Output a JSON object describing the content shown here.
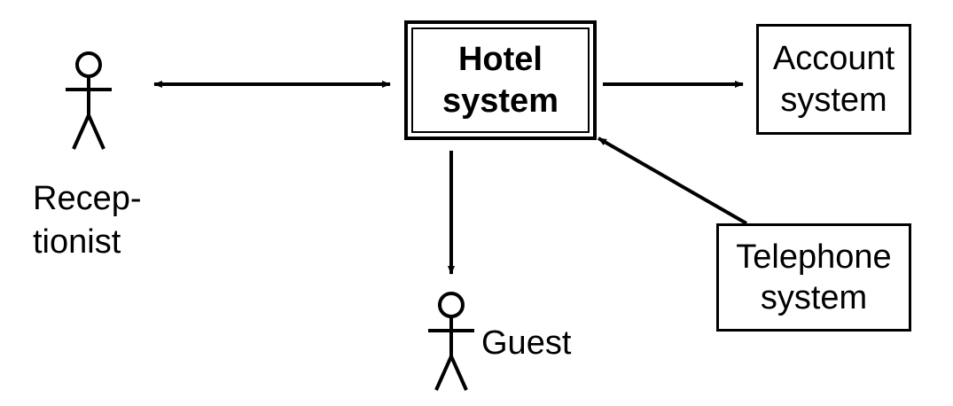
{
  "nodes": {
    "hotel_system": "Hotel\nsystem",
    "account_system": "Account\nsystem",
    "telephone_system": "Telephone\nsystem"
  },
  "actors": {
    "receptionist": "Recep-\ntionist",
    "guest": "Guest"
  },
  "edges": [
    {
      "from": "receptionist",
      "to": "hotel_system",
      "direction": "both"
    },
    {
      "from": "hotel_system",
      "to": "account_system",
      "direction": "forward"
    },
    {
      "from": "hotel_system",
      "to": "guest",
      "direction": "forward"
    },
    {
      "from": "telephone_system",
      "to": "hotel_system",
      "direction": "forward"
    }
  ],
  "colors": {
    "stroke": "#000000",
    "background": "#ffffff"
  }
}
